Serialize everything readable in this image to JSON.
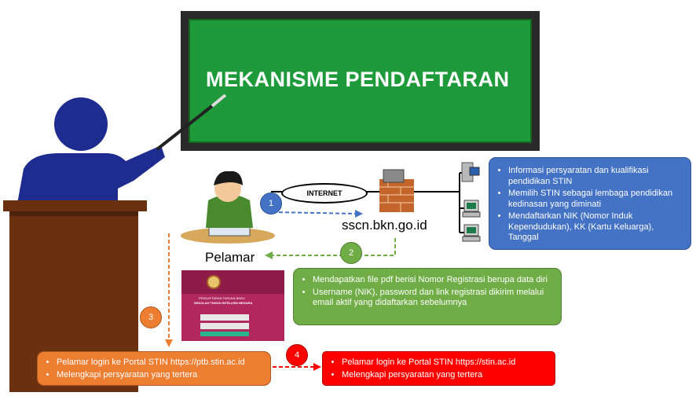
{
  "board": {
    "title": "MEKANISME PENDAFTARAN"
  },
  "network": {
    "internet_label": "INTERNET",
    "site_label": "sscn.bkn.go.id"
  },
  "applicant": {
    "label": "Pelamar"
  },
  "steps": [
    "1",
    "2",
    "3",
    "4"
  ],
  "blue_box": {
    "items": [
      "Informasi persyaratan dan kualifikasi pendidikan STIN",
      "Memilih STIN sebagai lembaga pendidikan kedinasan yang diminati",
      "Mendaftarkan NIK (Nomor Induk Kependudukan), KK (Kartu Keluarga), Tanggal"
    ]
  },
  "green_box": {
    "items": [
      "Mendapatkan file pdf berisi Nomor Registrasi berupa data diri",
      "Username (NIK), password dan link registrasi dikirim melalui email aktif yang didaftarkan sebelumnya"
    ]
  },
  "orange_box": {
    "items": [
      "Pelamar login ke Portal STIN https://ptb.stin.ac.id",
      "Melengkapi persyaratan yang tertera"
    ]
  },
  "red_box": {
    "items": [
      "Pelamar login ke Portal STIN https://stin.ac.id",
      "Melengkapi persyaratan yang tertera"
    ]
  },
  "portal_screenshot": {
    "subtitle": "PENDAFTARAN TARUNA BARU",
    "school": "SEKOLAH TINGGI INTELIJEN NEGARA"
  },
  "colors": {
    "blue": "#4472c4",
    "green": "#70ad47",
    "orange": "#ed7d31",
    "red": "#ff0000",
    "board": "#1f9a3a"
  }
}
